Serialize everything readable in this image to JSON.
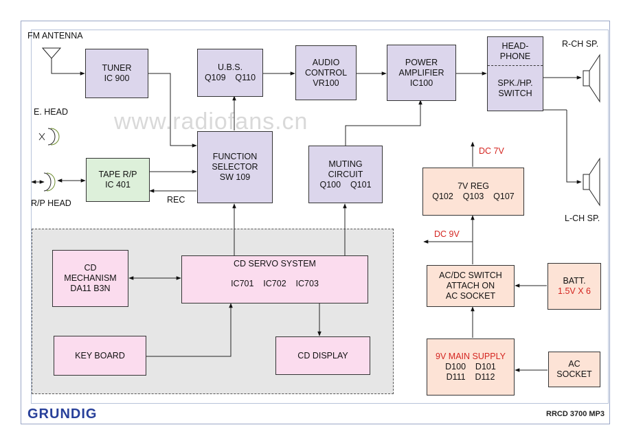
{
  "watermark": "www.radiofans.cn",
  "brand": "GRUNDIG",
  "model": "RRCD 3700 MP3",
  "labels": {
    "fm_antenna": "FM ANTENNA",
    "e_head": "E. HEAD",
    "rp_head": "R/P HEAD",
    "rec": "REC",
    "r_ch": "R-CH SP.",
    "l_ch": "L-CH SP.",
    "dc7": "DC 7V",
    "dc9": "DC 9V"
  },
  "blocks": {
    "tuner": [
      "TUNER",
      "IC 900"
    ],
    "tape": [
      "TAPE R/P",
      "IC 401"
    ],
    "ubs": [
      "U.B.S.",
      "Q109    Q110"
    ],
    "function": [
      "FUNCTION",
      "SELECTOR",
      "SW 109"
    ],
    "audio": [
      "AUDIO",
      "CONTROL",
      "VR100"
    ],
    "muting": [
      "MUTING",
      "CIRCUIT",
      "Q100    Q101"
    ],
    "power": [
      "POWER",
      "AMPLIFIER",
      "IC100"
    ],
    "headphone_top": [
      "HEAD-",
      "PHONE"
    ],
    "headphone_bottom": [
      "SPK./HP.",
      "SWITCH"
    ],
    "reg7": [
      "7V REG",
      "Q102    Q103    Q107"
    ],
    "acdc": [
      "AC/DC SWITCH",
      "ATTACH ON",
      "AC SOCKET"
    ],
    "batt": [
      "BATT.",
      "1.5V X 6"
    ],
    "main_supply": [
      "9V MAIN SUPPLY",
      "D100    D101",
      "D111    D112"
    ],
    "ac_socket": [
      "AC",
      "SOCKET"
    ],
    "cd_mech": [
      "CD",
      "MECHANISM",
      "DA11 B3N"
    ],
    "cd_servo_title": "CD SERVO SYSTEM",
    "cd_servo_ics": "IC701    IC702    IC703",
    "keyboard": "KEY BOARD",
    "cd_display": "CD DISPLAY"
  }
}
